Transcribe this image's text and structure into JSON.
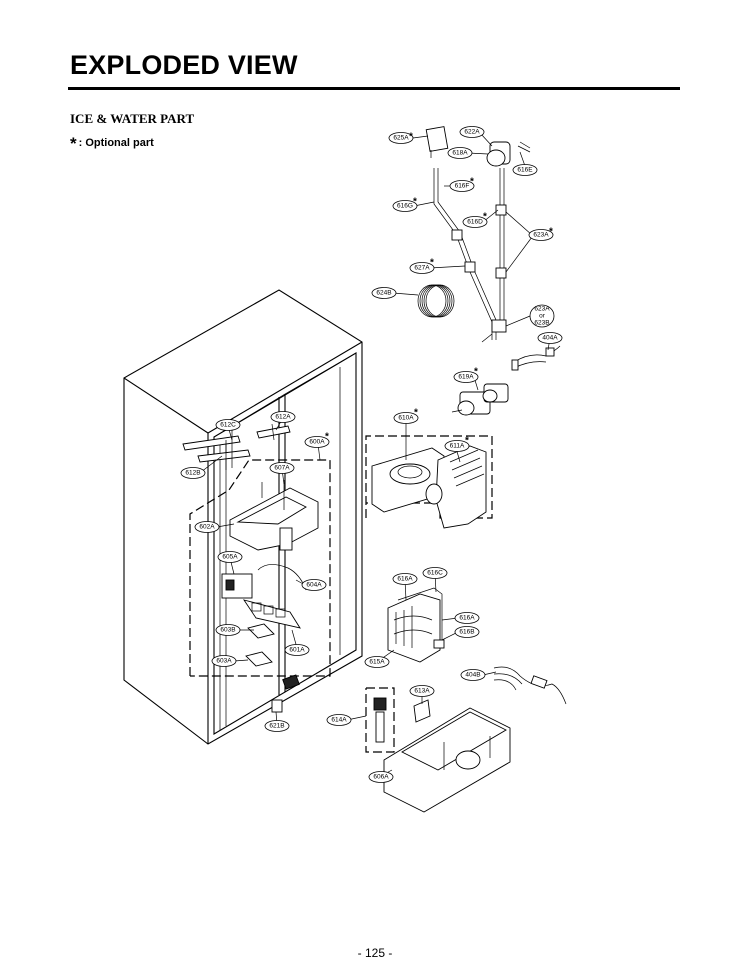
{
  "header": {
    "title": "EXPLODED VIEW",
    "section": "ICE & WATER PART",
    "optional_marker": "*",
    "optional_label": ": Optional part"
  },
  "footer": {
    "page_number": "- 125 -"
  },
  "callouts": [
    {
      "label": "625A",
      "optional": true
    },
    {
      "label": "622A",
      "optional": false
    },
    {
      "label": "618A",
      "optional": false
    },
    {
      "label": "616E",
      "optional": false
    },
    {
      "label": "616F",
      "optional": true
    },
    {
      "label": "616G",
      "optional": true
    },
    {
      "label": "616D",
      "optional": true
    },
    {
      "label": "623A",
      "optional": true
    },
    {
      "label": "627A",
      "optional": true
    },
    {
      "label": "624B",
      "optional": false
    },
    {
      "label": "623A",
      "optional": false
    },
    {
      "label": "or",
      "optional": false
    },
    {
      "label": "623B",
      "optional": false
    },
    {
      "label": "404A",
      "optional": false
    },
    {
      "label": "619A",
      "optional": true
    },
    {
      "label": "610A",
      "optional": true
    },
    {
      "label": "611A",
      "optional": true
    },
    {
      "label": "612A",
      "optional": false
    },
    {
      "label": "612C",
      "optional": false
    },
    {
      "label": "600A",
      "optional": true
    },
    {
      "label": "612B",
      "optional": false
    },
    {
      "label": "607A",
      "optional": false
    },
    {
      "label": "602A",
      "optional": false
    },
    {
      "label": "605A",
      "optional": false
    },
    {
      "label": "604A",
      "optional": false
    },
    {
      "label": "616A",
      "optional": false
    },
    {
      "label": "616C",
      "optional": false
    },
    {
      "label": "616A",
      "optional": false
    },
    {
      "label": "616B",
      "optional": false
    },
    {
      "label": "603B",
      "optional": false
    },
    {
      "label": "601A",
      "optional": false
    },
    {
      "label": "615A",
      "optional": false
    },
    {
      "label": "603A",
      "optional": false
    },
    {
      "label": "404B",
      "optional": false
    },
    {
      "label": "613A",
      "optional": false
    },
    {
      "label": "621B",
      "optional": false
    },
    {
      "label": "614A",
      "optional": false
    },
    {
      "label": "606A",
      "optional": false
    }
  ]
}
